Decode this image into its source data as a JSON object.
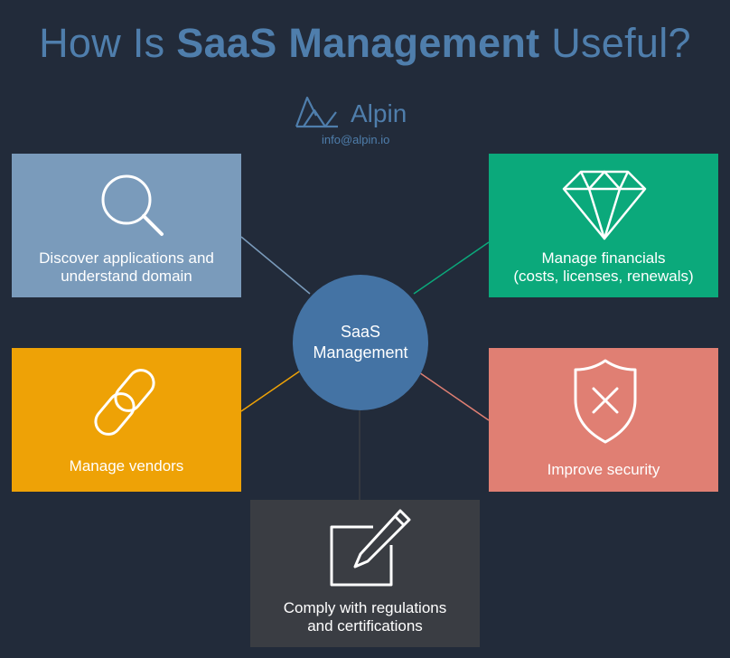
{
  "title": {
    "prefix": "How Is ",
    "emphasis": "SaaS Management",
    "suffix": " Useful?"
  },
  "brand": {
    "name": "Alpin",
    "email": "info@alpin.io"
  },
  "hub": {
    "line1": "SaaS",
    "line2": "Management"
  },
  "boxes": {
    "discover": {
      "line1": "Discover applications and",
      "line2": "understand domain",
      "icon": "magnifier-icon"
    },
    "financials": {
      "line1": "Manage financials",
      "line2": "(costs, licenses, renewals)",
      "icon": "diamond-icon"
    },
    "vendors": {
      "line1": "Manage vendors",
      "icon": "chain-link-icon"
    },
    "security": {
      "line1": "Improve security",
      "icon": "shield-x-icon"
    },
    "comply": {
      "line1": "Comply with regulations",
      "line2": "and certifications",
      "icon": "edit-pencil-icon"
    }
  },
  "colors": {
    "background": "#222b3a",
    "title": "#4f7eac",
    "hub": "#4473a4",
    "discover": "#7a9bbb",
    "financials": "#0ba97b",
    "vendors": "#eea206",
    "security": "#e07f73",
    "comply": "#3a3d43"
  }
}
